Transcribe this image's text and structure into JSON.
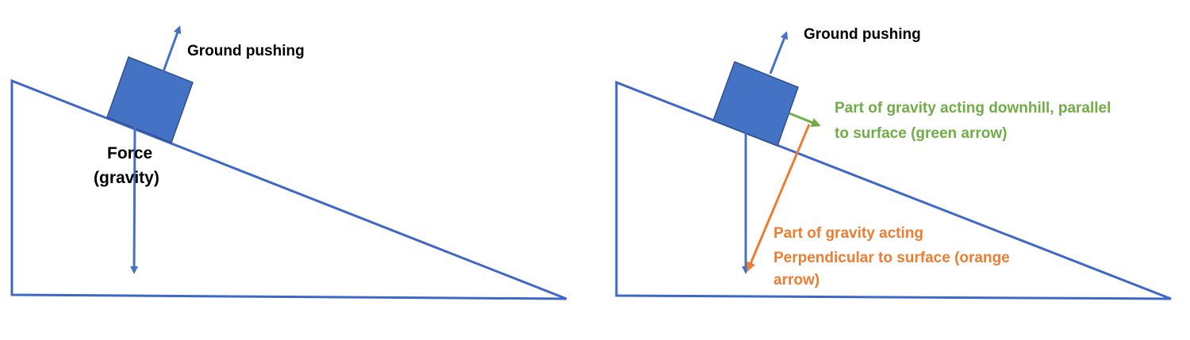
{
  "colors": {
    "background": "#ffffff",
    "incline": "#3f67c7",
    "block_fill": "#4472c4",
    "block_stroke": "#2f4f8f",
    "arrow_blue": "#4472c4",
    "label_text": "#000000",
    "parallel_arrow": "#70ad47",
    "perpendicular_arrow": "#ed7d31"
  },
  "left_panel": {
    "normal_force_label": "Ground pushing",
    "gravity_label_line1": "Force",
    "gravity_label_line2": "(gravity)"
  },
  "right_panel": {
    "normal_force_label": "Ground pushing",
    "parallel_label_line1": "Part of gravity acting downhill, parallel",
    "parallel_label_line2": "to surface (green arrow)",
    "perpendicular_label_line1": "Part of gravity acting",
    "perpendicular_label_line2": "Perpendicular to surface (orange",
    "perpendicular_label_line3": "arrow)"
  }
}
